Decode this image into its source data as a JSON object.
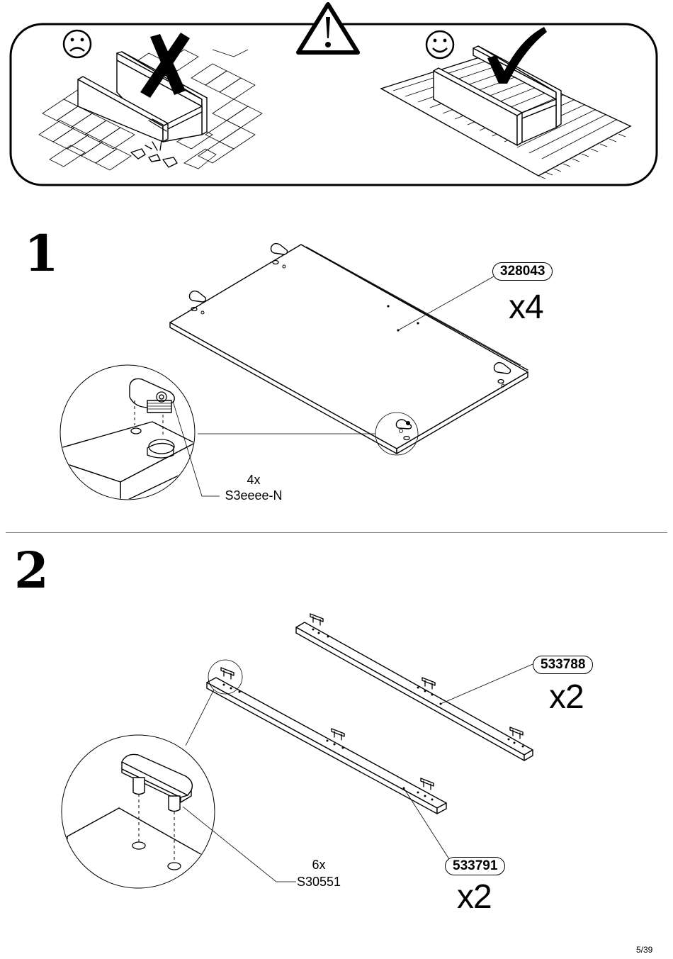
{
  "step1": {
    "number": "1",
    "part_code": "328043",
    "part_qty": "x4",
    "hardware_qty": "4x",
    "hardware_code": "S3eeee-N"
  },
  "step2": {
    "number": "2",
    "part_a_code": "533788",
    "part_a_qty": "x2",
    "part_b_code": "533791",
    "part_b_qty": "x2",
    "hardware_qty": "6x",
    "hardware_code": "S30551"
  },
  "footer": {
    "page": "5/39"
  },
  "icons": [
    "warning-icon",
    "sad-face-icon",
    "happy-face-icon",
    "cross-mark-icon",
    "check-mark-icon"
  ]
}
